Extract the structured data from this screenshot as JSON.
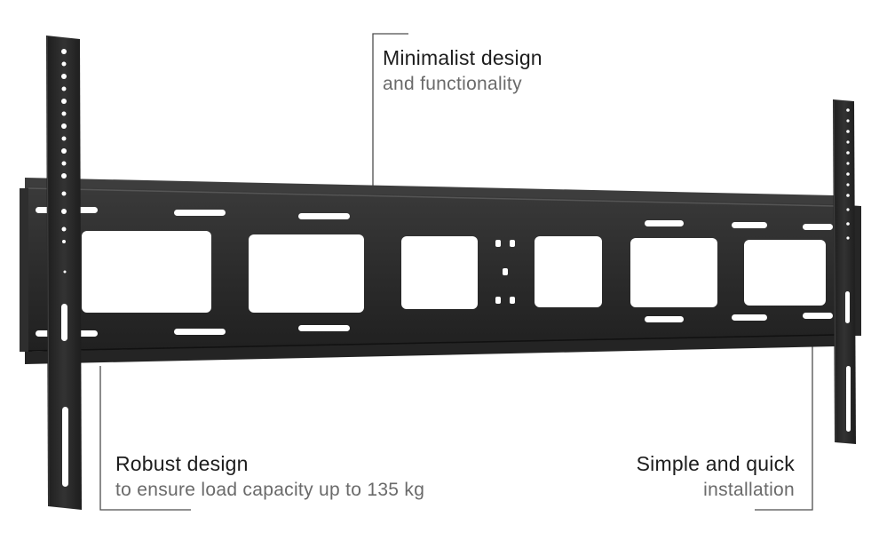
{
  "callouts": {
    "minimalist": {
      "title": "Minimalist design",
      "subtitle": "and functionality"
    },
    "robust": {
      "title": "Robust design",
      "subtitle": "to ensure load capacity up to 135 kg"
    },
    "simple": {
      "title": "Simple and quick",
      "subtitle": "installation"
    }
  },
  "colors": {
    "metal": "#2b2b2b",
    "metal_dark": "#1a1a1a",
    "metal_edge": "#4a4a4a",
    "leader_line": "#4d4d4d"
  }
}
